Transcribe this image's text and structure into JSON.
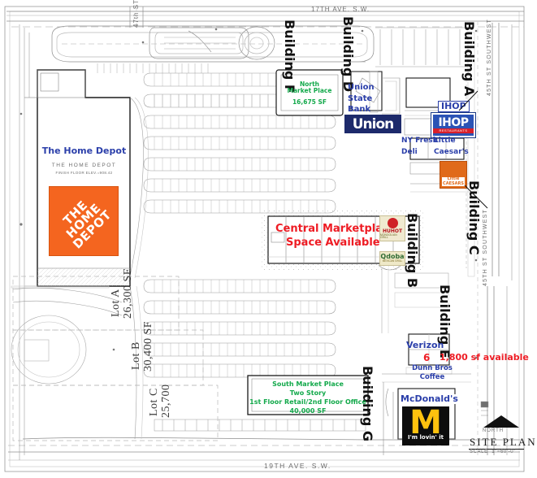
{
  "document": {
    "title": "SITE PLAN",
    "scale": "SCALE  1\"=60'-0\"",
    "north_label": "NORTH"
  },
  "streets": [
    {
      "name": "17TH AVE. S.W.",
      "position": "top"
    },
    {
      "name": "19TH AVE. S.W.",
      "position": "bottom"
    },
    {
      "name": "47th ST",
      "position": "left"
    },
    {
      "name": "45TH ST SOUTHWEST",
      "position": "right-upper"
    },
    {
      "name": "45TH ST SOUTHWEST",
      "position": "right-lower"
    }
  ],
  "buildings": [
    {
      "id": "A",
      "label": "Building A"
    },
    {
      "id": "B",
      "label": "Building B"
    },
    {
      "id": "C",
      "label": "Building C"
    },
    {
      "id": "D",
      "label": "Building D"
    },
    {
      "id": "E",
      "label": "Building E"
    },
    {
      "id": "F",
      "label": "Building F"
    },
    {
      "id": "G",
      "label": "Building G"
    }
  ],
  "anchors": {
    "home_depot": {
      "title": "The Home Depot",
      "sub1": "THE HOME DEPOT",
      "sub2": "FINISH FLOOR ELEV.=908.42",
      "logo_text": "THE\nHOME\nDEPOT"
    }
  },
  "pads": {
    "north_market_place": {
      "name": "North\nMarket Place",
      "area": "16,675 SF"
    },
    "south_market_place": {
      "line1": "South Market Place",
      "line2": "Two Story",
      "line3": "1st Floor Retail/2nd Floor Office",
      "line4": "40,000 SF"
    },
    "central_marketplace": {
      "line1": "Central Marketplace",
      "line2": "Space Available"
    }
  },
  "lots": [
    {
      "name": "Lot A",
      "area": "26,300 SF"
    },
    {
      "name": "Lot B",
      "area": "30,400 SF"
    },
    {
      "name": "Lot C",
      "area": "25,700"
    }
  ],
  "tenants": [
    {
      "name": "Union State Bank",
      "label": "Union\nState\nBank",
      "logo_text": "Union",
      "color": "#1d2a6b"
    },
    {
      "name": "IHOP",
      "label": "IHOP",
      "logo_text": "IHOP",
      "logo_sub": "RESTAURANTS",
      "color": "#2b53b5"
    },
    {
      "name": "NY Fresh Deli",
      "label": "NY Fresh\nDeli"
    },
    {
      "name": "Little Caesar's",
      "label": "Little\nCaesar's",
      "logo_text": "Little\nCAESARS",
      "color": "#e06a1a"
    },
    {
      "name": "HuHot Mongolian Grill",
      "logo_text": "HUHOT",
      "logo_sub": "MONGOLIAN GRILL",
      "color": "#cf2026"
    },
    {
      "name": "Qdoba Mexican Grill",
      "logo_text": "Qdoba",
      "logo_sub": "MEXICAN GRILL",
      "color": "#2f6b33"
    },
    {
      "name": "Verizon",
      "label": "Verizon",
      "color": "#2b3faa"
    },
    {
      "name": "Dunn Bros Coffee",
      "label": "Dunn Bros\nCoffee",
      "color": "#2b3faa"
    },
    {
      "name": "McDonald's",
      "label": "McDonald's",
      "logo_text": "M",
      "logo_sub": "I'm lovin' it",
      "color": "#ffc20e"
    }
  ],
  "availability": {
    "suite_number": "6",
    "note": "1,800 sf available",
    "color": "#ee1c24"
  }
}
